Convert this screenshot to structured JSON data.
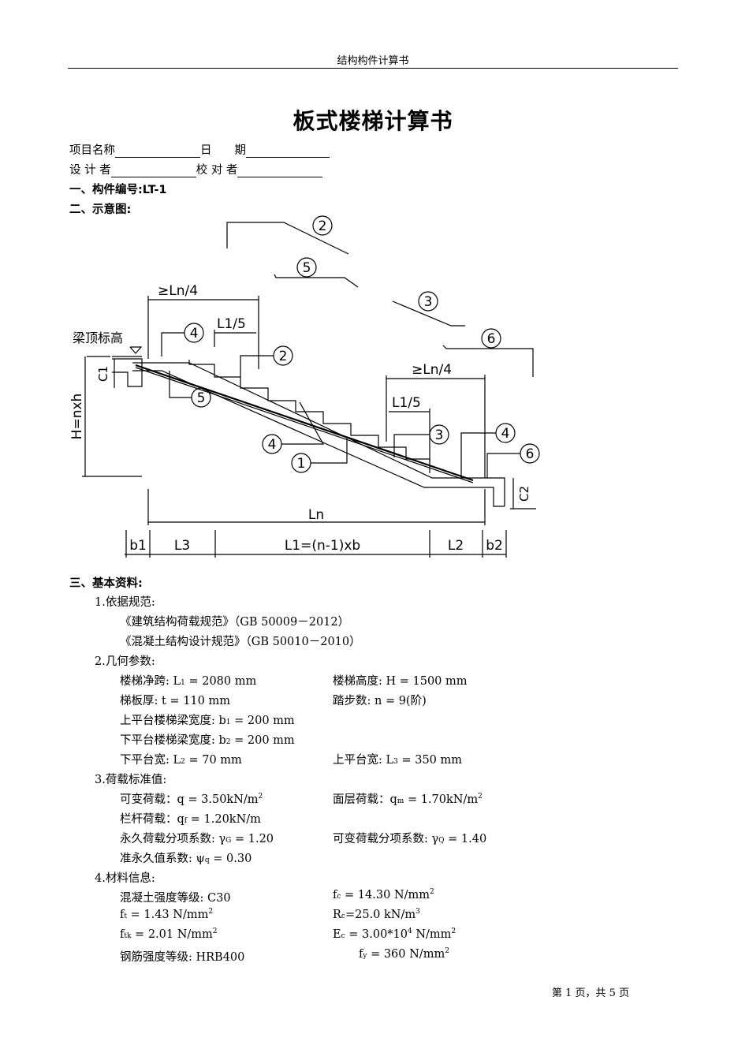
{
  "header": {
    "text": "结构构件计算书"
  },
  "title": "板式楼梯计算书",
  "info": {
    "project_label": "项目名称",
    "date_label": "日　　期",
    "designer_label": "设 计 者",
    "checker_label": "校 对 者"
  },
  "sections": {
    "s1": "一、构件编号:LT-1",
    "s2": "二、示意图:",
    "s3": "三、基本资料:"
  },
  "diagram": {
    "labels": {
      "ln4_top": "≥Ln/4",
      "l15_top": "L1/5",
      "beam_top": "梁顶标高",
      "c1": "C1",
      "h": "H=nxh",
      "ln4_right": "≥Ln/4",
      "l15_right": "L1/5",
      "c2": "C2",
      "ln": "Ln",
      "b1": "b1",
      "l3": "L3",
      "l1": "L1=(n-1)xb",
      "l2": "L2",
      "b2": "b2"
    },
    "bars": [
      "1",
      "2",
      "3",
      "4",
      "5",
      "6"
    ]
  },
  "basic": {
    "code_title": "1.依据规范:",
    "code1": "《建筑结构荷载规范》（GB 50009－2012）",
    "code2": "《混凝土结构设计规范》（GB 50010－2010）",
    "geo_title": "2.几何参数:",
    "span_label": "楼梯净跨: L",
    "span_sub": "1",
    "span_value": " = 2080 mm",
    "height_text": "楼梯高度: H = 1500 mm",
    "thick_text": "梯板厚: t = 110 mm",
    "steps_text": "踏步数: n = 9(阶)",
    "b1_label": "上平台楼梯梁宽度: b",
    "b1_sub": "1",
    "b1_value": " = 200 mm",
    "b2_label": "下平台楼梯梁宽度: b",
    "b2_sub": "2",
    "b2_value": " = 200 mm",
    "l2_label": "下平台宽: L",
    "l2_sub": "2",
    "l2_value": " = 70 mm",
    "l3_label": "上平台宽: L",
    "l3_sub": "3",
    "l3_value": " = 350 mm",
    "load_title": "3.荷载标准值:",
    "q_text": "可变荷载：q = 3.50kN/m",
    "q_sup": "2",
    "qm_label": "面层荷载：q",
    "qm_sub": "m",
    "qm_value": " = 1.70kN/m",
    "qm_sup": "2",
    "qf_label": "栏杆荷载：q",
    "qf_sub": "f",
    "qf_value": " = 1.20kN/m",
    "gg_label": "永久荷载分项系数: γ",
    "gg_sub": "G",
    "gg_value": " = 1.20",
    "gq_label": "可变荷载分项系数: γ",
    "gq_sub": "Q",
    "gq_value": " = 1.40",
    "psi_label": "准永久值系数: ψ",
    "psi_sub": "q",
    "psi_value": " = 0.30",
    "mat_title": "4.材料信息:",
    "concrete_text": "混凝土强度等级: C30",
    "fc_label": "f",
    "fc_sub": "c",
    "fc_value": " = 14.30 N/mm",
    "fc_sup": "2",
    "ft_label": "f",
    "ft_sub": "t",
    "ft_value": " = 1.43 N/mm",
    "ft_sup": "2",
    "rc_label": "R",
    "rc_sub": "c",
    "rc_value": "=25.0 kN/m",
    "rc_sup": "3",
    "ftk_label": "f",
    "ftk_sub": "tk",
    "ftk_value": " = 2.01 N/mm",
    "ftk_sup": "2",
    "ec_label": "E",
    "ec_sub": "c",
    "ec_value": " = 3.00*10",
    "ec_sup": "4",
    "ec_unit": " N/mm",
    "ec_unit_sup": "2",
    "steel_text": "钢筋强度等级: HRB400",
    "fy_label": "f",
    "fy_sub": "y",
    "fy_value": " = 360 N/mm",
    "fy_sup": "2"
  },
  "footer": {
    "text": "第 1 页，共 5 页"
  }
}
